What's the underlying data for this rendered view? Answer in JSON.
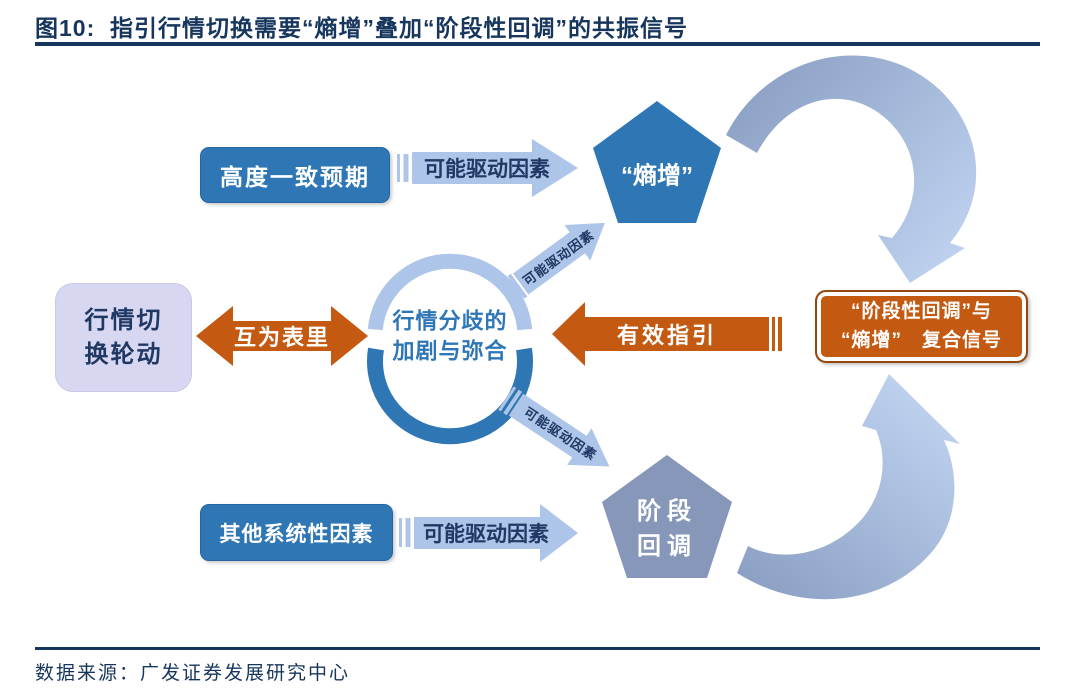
{
  "figure": {
    "title": "图10:  指引行情切换需要“熵增”叠加“阶段性回调”的共振信号",
    "source": "数据来源：广发证券发展研究中心"
  },
  "nodes": {
    "driver_top": "高度一致预期",
    "driver_bottom": "其他系统性因素",
    "rotation": {
      "line1": "行情切",
      "line2": "换轮动"
    },
    "center": {
      "line1": "行情分歧的",
      "line2": "加剧与弥合"
    },
    "pentagon_top": "“熵增”",
    "pentagon_bottom": {
      "line1": "阶段",
      "line2": "回调"
    },
    "signal": {
      "line1": "“阶段性回调”与",
      "line2": "“熵增”　复合信号"
    }
  },
  "labels": {
    "drive_top": "可能驱动因素",
    "drive_bottom": "可能驱动因素",
    "drive_diag_top": "可能驱动因素",
    "drive_diag_bottom": "可能驱动因素",
    "mutual": "互为表里",
    "guide": "有效指引"
  },
  "colors": {
    "navy": "#17365d",
    "blue": "#2f76b5",
    "light_blue": "#adc5e8",
    "gray_blue": "#8797ba",
    "orange": "#c45911",
    "lavender": "#d8d7f1",
    "curve_start": "#8a9fc3",
    "curve_end": "#bdd0ee"
  }
}
